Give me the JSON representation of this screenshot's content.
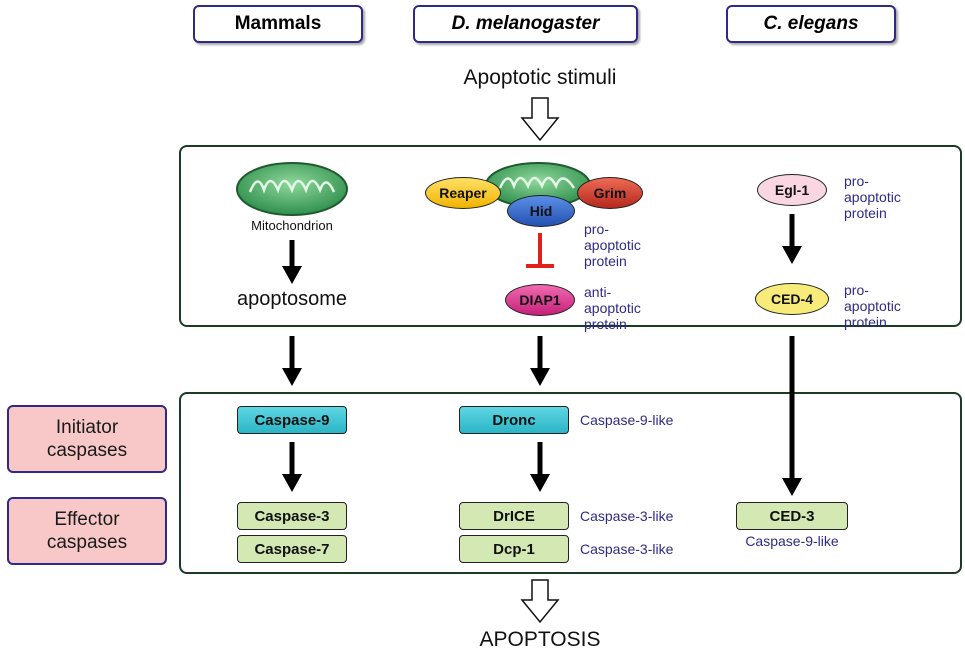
{
  "headers": {
    "mammals": "Mammals",
    "fly": "D. melanogaster",
    "worm": "C. elegans"
  },
  "top": {
    "stimuli": "Apoptotic stimuli"
  },
  "upper": {
    "mito_label": "Mitochondrion",
    "apoptosome": "apoptosome",
    "reaper": "Reaper",
    "hid": "Hid",
    "grim": "Grim",
    "fly_pro": "pro-apoptotic protein",
    "diap1": "DIAP1",
    "diap1_note": "anti-apoptotic protein",
    "egl1": "Egl-1",
    "egl1_note": "pro-apoptotic protein",
    "ced4": "CED-4",
    "ced4_note": "pro-apoptotic protein"
  },
  "side_labels": {
    "initiator": [
      "Initiator",
      "caspases"
    ],
    "effector": [
      "Effector",
      "caspases"
    ]
  },
  "lower": {
    "casp9": "Caspase-9",
    "dronc": "Dronc",
    "dronc_note": "Caspase-9-like",
    "casp3": "Caspase-3",
    "casp7": "Caspase-7",
    "drice": "DrICE",
    "drice_note": "Caspase-3-like",
    "dcp1": "Dcp-1",
    "dcp1_note": "Caspase-3-like",
    "ced3": "CED-3",
    "ced3_note": "Caspase-9-like"
  },
  "bottom": {
    "apoptosis": "APOPTOSIS"
  },
  "colors": {
    "accent": "#2f2a86",
    "inhibit": "#e0201a",
    "mito": "#3aa35a",
    "reaper": "#f5c21b",
    "hid": "#2f66c8",
    "grim": "#d23a2a",
    "diap1": "#e0328e",
    "egl1": "#f9d6e2",
    "ced4": "#f7ec7a",
    "caspase_initiator": "#3bc3d3",
    "caspase_effector": "#d4e8b4"
  }
}
